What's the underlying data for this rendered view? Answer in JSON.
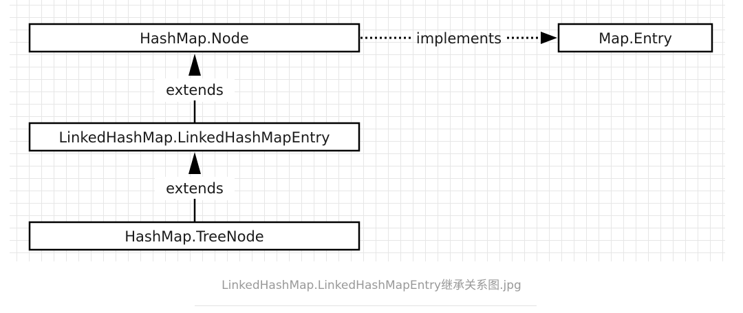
{
  "diagram": {
    "nodes": {
      "hashmap_node": "HashMap.Node",
      "map_entry": "Map.Entry",
      "linked_entry": "LinkedHashMap.LinkedHashMapEntry",
      "tree_node": "HashMap.TreeNode"
    },
    "edges": {
      "implements_label": "implements",
      "extends_upper_label": "extends",
      "extends_lower_label": "extends"
    }
  },
  "caption": "LinkedHashMap.LinkedHashMapEntry继承关系图.jpg",
  "colors": {
    "line": "#000000",
    "text": "#1a1a1a",
    "grid": "#e6e6e6",
    "caption": "#999999"
  }
}
